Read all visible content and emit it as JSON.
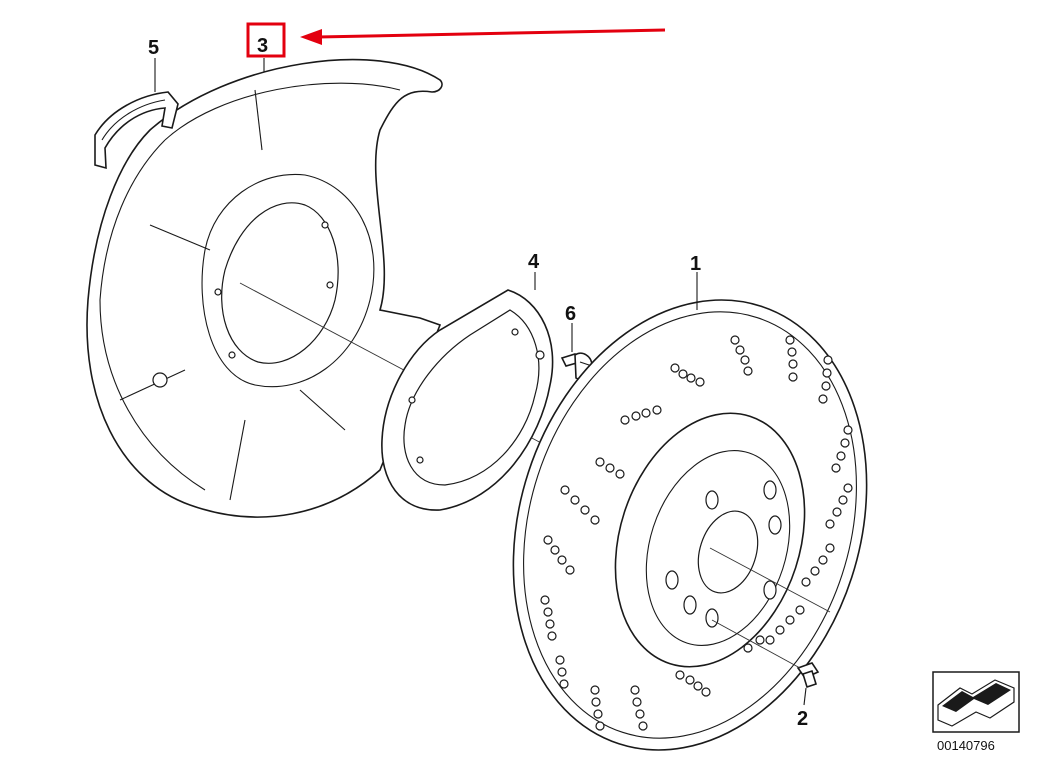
{
  "callouts": {
    "part_1": "1",
    "part_2": "2",
    "part_3": "3",
    "part_4": "4",
    "part_5": "5",
    "part_6": "6"
  },
  "figure_number": "00140796",
  "highlight": {
    "target": "part_3",
    "color": "#e3000f"
  }
}
